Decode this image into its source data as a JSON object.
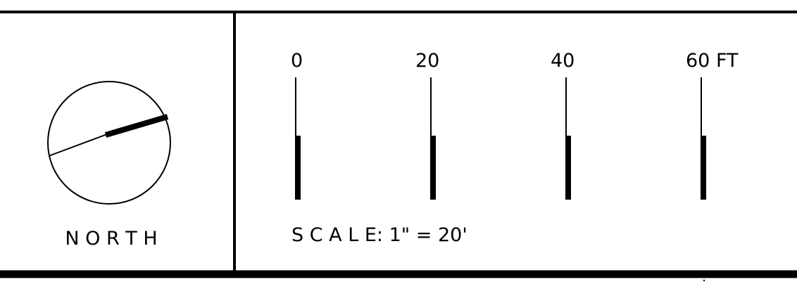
{
  "north_arrow": {
    "label": "N O R T H"
  },
  "scale_bar": {
    "ticks": [
      {
        "label": "0",
        "value": 0
      },
      {
        "label": "20",
        "value": 20
      },
      {
        "label": "40",
        "value": 40
      },
      {
        "label": "60 FT",
        "value": 60
      }
    ],
    "scale_text": "S C A L E: 1\" = 20'"
  },
  "colors": {
    "ink": "#000000",
    "paper": "#ffffff"
  }
}
